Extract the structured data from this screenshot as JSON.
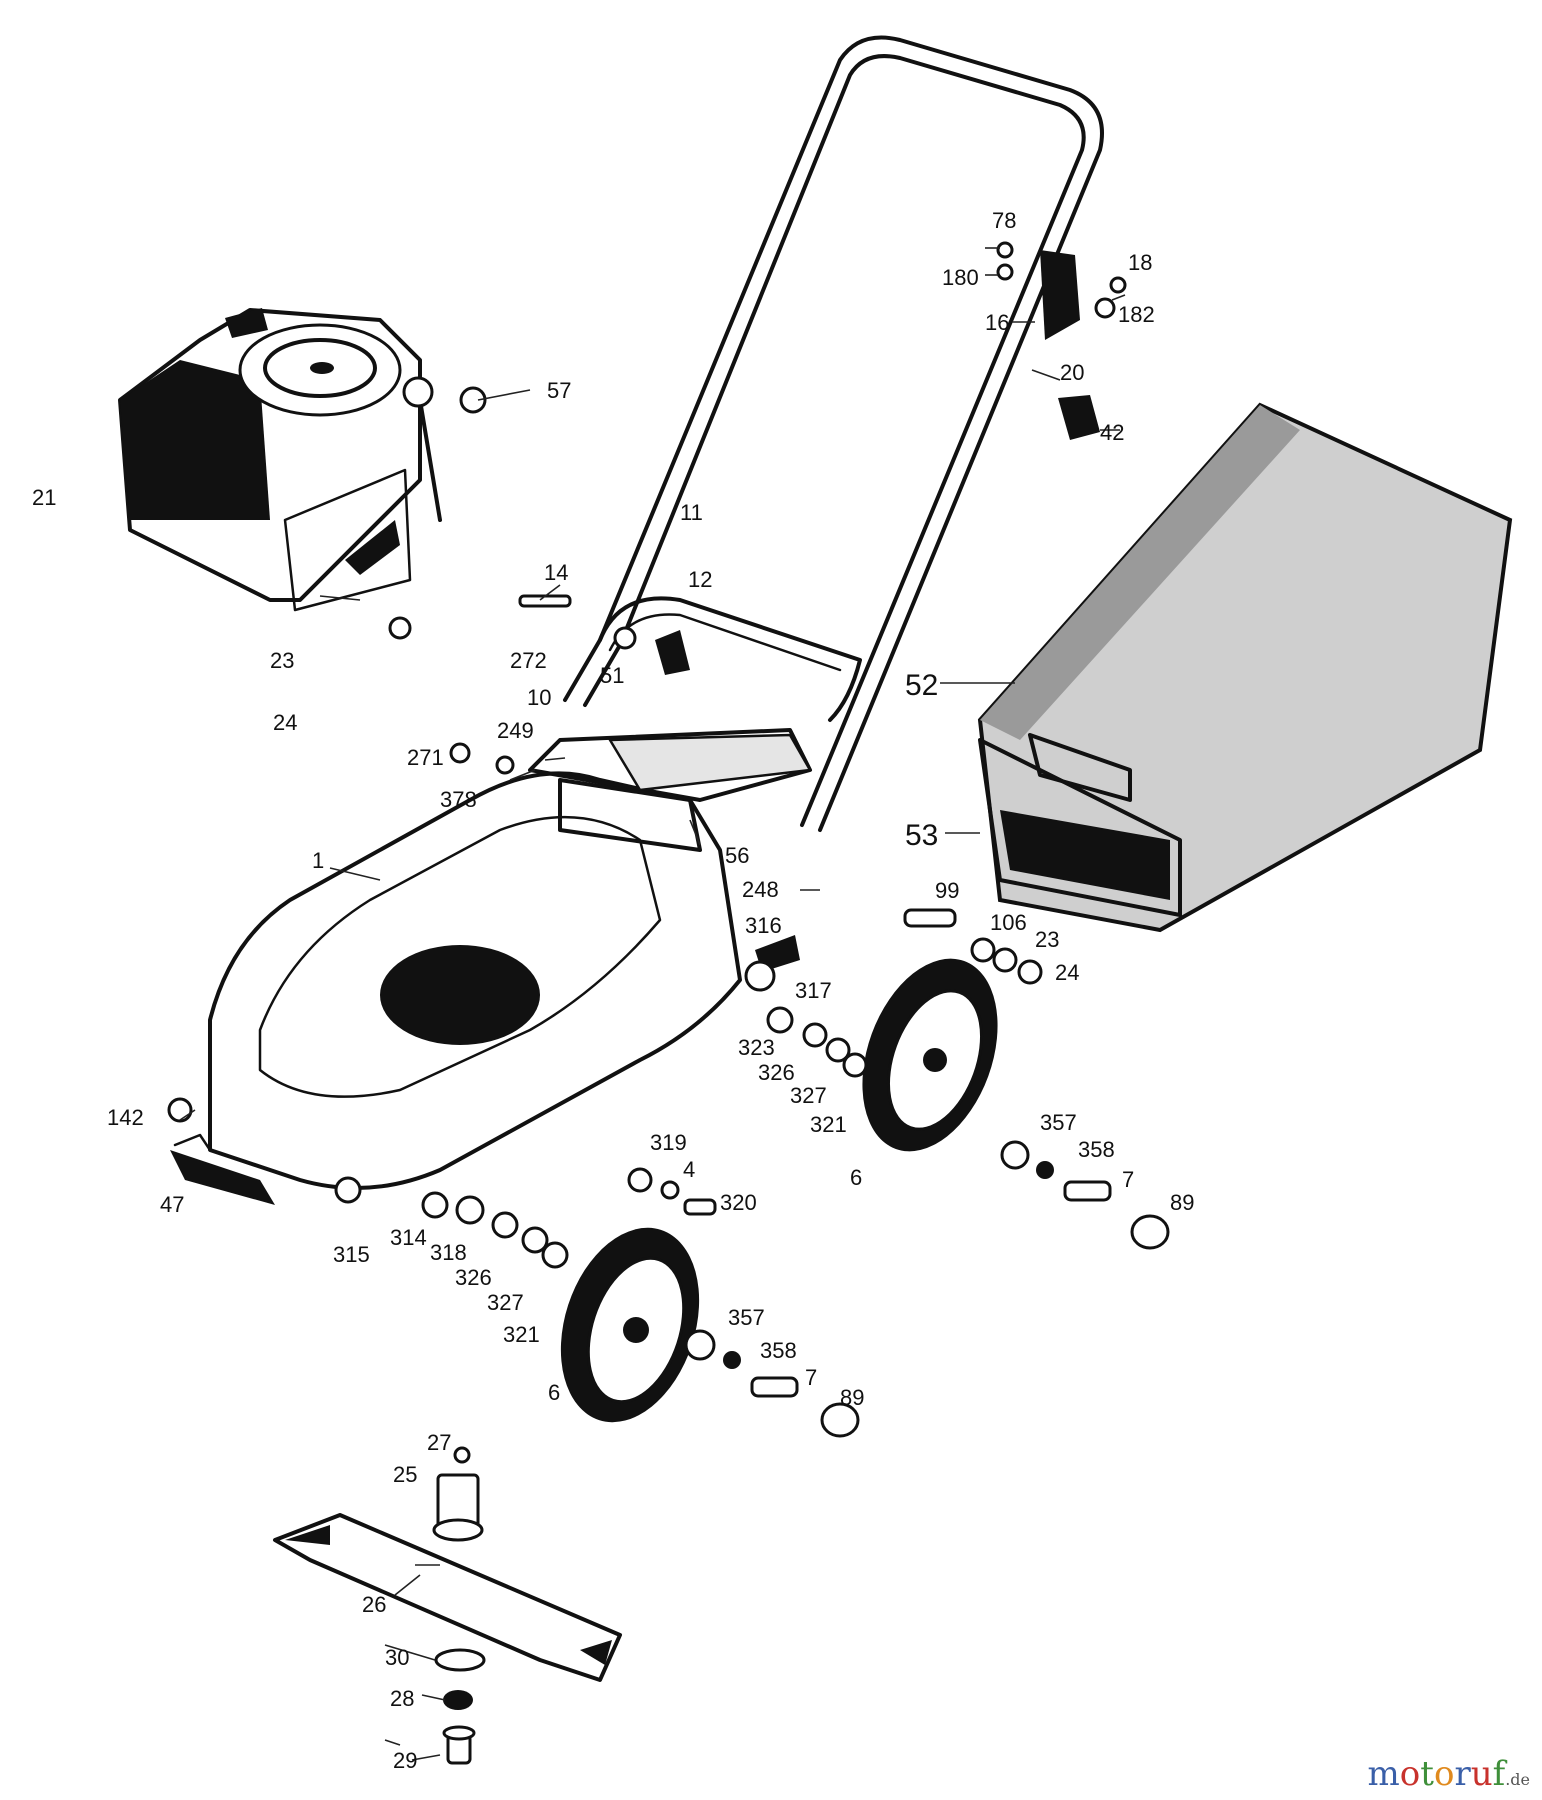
{
  "watermark": {
    "brand": "motoruf",
    "suffix": ".de"
  },
  "palette": {
    "ink": "#111111",
    "paper": "#ffffff",
    "wm_blue": "#3a5fa8",
    "wm_red": "#c8322c",
    "wm_green": "#3f8f3a",
    "wm_orange": "#e08a1e"
  },
  "labels": {
    "p1": "1",
    "p4": "4",
    "p6": "6",
    "p6b": "6",
    "p7": "7",
    "p7b": "7",
    "p10": "10",
    "p11": "11",
    "p12": "12",
    "p14": "14",
    "p16": "16",
    "p18": "18",
    "p20": "20",
    "p21": "21",
    "p23": "23",
    "p23b": "23",
    "p24": "24",
    "p24b": "24",
    "p25": "25",
    "p26": "26",
    "p27": "27",
    "p28": "28",
    "p29": "29",
    "p30": "30",
    "p42": "42",
    "p47": "47",
    "p51": "51",
    "p52": "52",
    "p53": "53",
    "p56": "56",
    "p57": "57",
    "p78": "78",
    "p89": "89",
    "p89b": "89",
    "p99": "99",
    "p106": "106",
    "p142": "142",
    "p180": "180",
    "p182": "182",
    "p248": "248",
    "p249": "249",
    "p271": "271",
    "p272": "272",
    "p314": "314",
    "p315": "315",
    "p316": "316",
    "p317": "317",
    "p318": "318",
    "p319": "319",
    "p320": "320",
    "p321": "321",
    "p321b": "321",
    "p323": "323",
    "p326": "326",
    "p326b": "326",
    "p327": "327",
    "p327b": "327",
    "p357": "357",
    "p357b": "357",
    "p358": "358",
    "p358b": "358",
    "p378": "378"
  }
}
